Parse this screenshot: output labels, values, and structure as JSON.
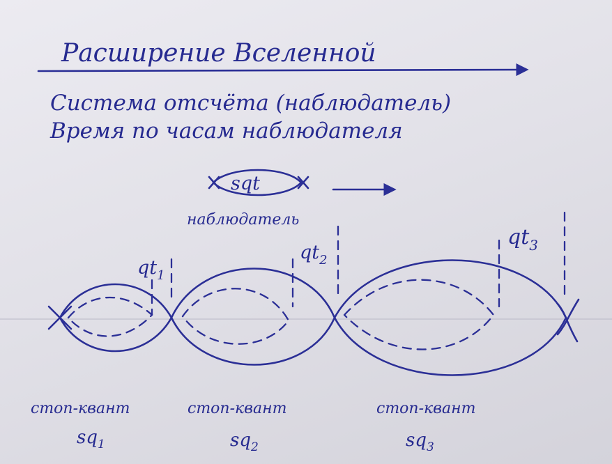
{
  "title": "Расширение Вселенной",
  "lines": [
    "Система отсчёта (наблюдатель)",
    "Время по часам наблюдателя"
  ],
  "observer": {
    "symbol": "sqt",
    "label": "наблюдатель"
  },
  "markers": [
    {
      "base": "qt",
      "sub": "1"
    },
    {
      "base": "qt",
      "sub": "2"
    },
    {
      "base": "qt",
      "sub": "3"
    }
  ],
  "quanta": [
    {
      "label": "стоп-квант",
      "name_base": "sq",
      "name_sub": "1"
    },
    {
      "label": "стоп-квант",
      "name_base": "sq",
      "name_sub": "2"
    },
    {
      "label": "стоп-квант",
      "name_base": "sq",
      "name_sub": "3"
    }
  ],
  "ink_color": "#2b2f96"
}
